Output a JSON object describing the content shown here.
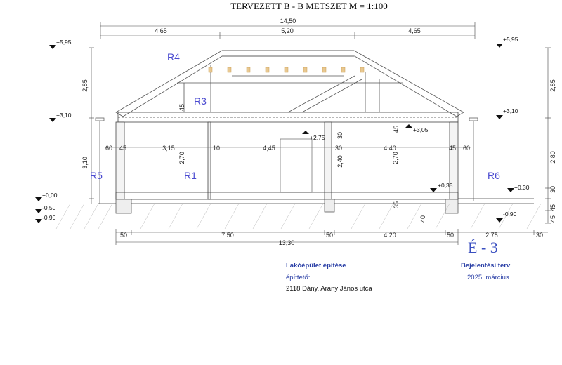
{
  "title": "TERVEZETT B - B METSZET  M = 1:100",
  "dims_top": {
    "total": "14,50",
    "segments": [
      "4,65",
      "5,20",
      "4,65"
    ]
  },
  "dims_bottom": {
    "segments": [
      "50",
      "7,50",
      "50",
      "4,20",
      "50",
      "2,75",
      "30"
    ],
    "total": "13,30"
  },
  "dims_left": [
    "2,85",
    "3,10"
  ],
  "dims_right": [
    "2,85",
    "2,80",
    "30",
    "45",
    "45"
  ],
  "dims_inner": {
    "row": [
      "60",
      "45",
      "3,15",
      "10",
      "4,45",
      "30",
      "4,40",
      "45",
      "60"
    ],
    "heights": [
      "2,70",
      "2,40",
      "2,70"
    ],
    "small": [
      "45",
      "30",
      "45",
      "35",
      "40"
    ]
  },
  "levels_left": [
    "+5,95",
    "+3,10",
    "+0,00",
    "-0,50",
    "-0,90"
  ],
  "levels_right": [
    "+5,95",
    "+3,10",
    "+0,30",
    "-0,90"
  ],
  "levels_inner": [
    "+2,75",
    "+3,05",
    "+0,35"
  ],
  "layers": [
    "R4",
    "R3",
    "R1",
    "R5",
    "R6"
  ],
  "title_block": {
    "project": "Lakóépület építése",
    "client_label": "építtető:",
    "address": "2118 Dány, Arany János utca",
    "doc_type": "Bejelentési terv",
    "date": "2025. március",
    "sheet": "É - 3"
  },
  "colors": {
    "line": "#333333",
    "accent": "#4a4ad0"
  }
}
